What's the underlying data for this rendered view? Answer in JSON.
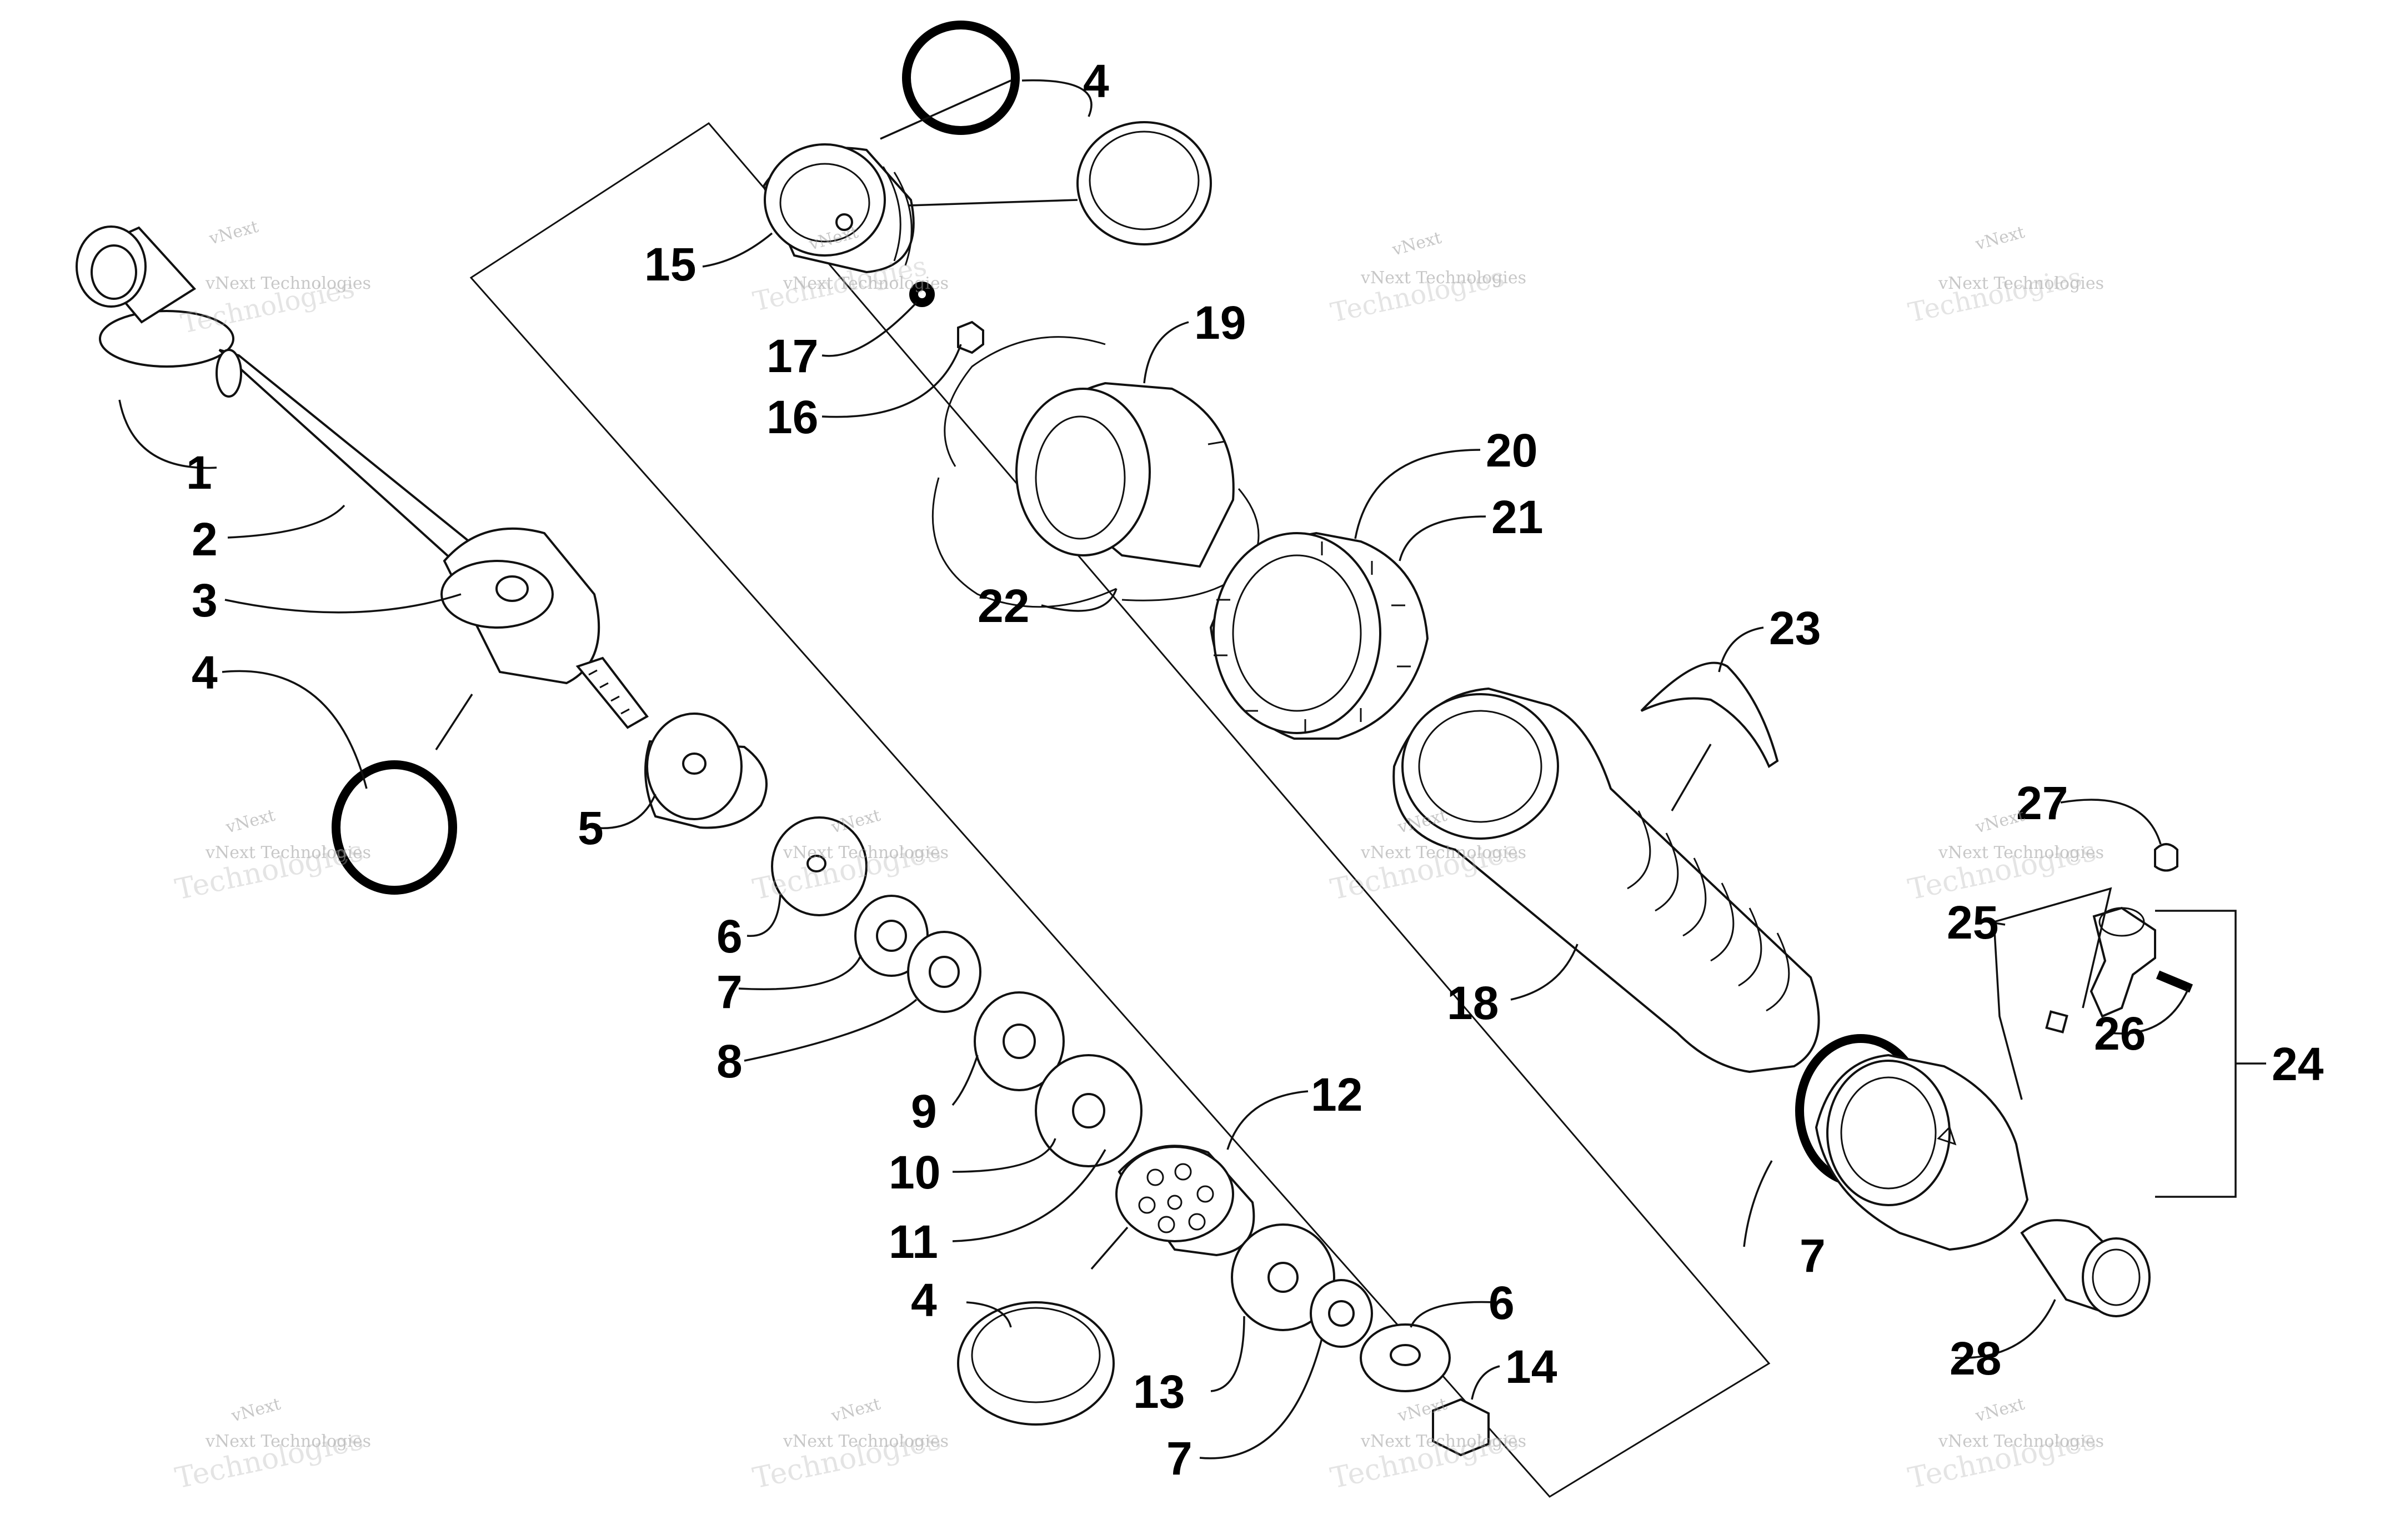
{
  "diagram": {
    "callouts": [
      {
        "id": "c1",
        "text": "1"
      },
      {
        "id": "c2",
        "text": "2"
      },
      {
        "id": "c3",
        "text": "3"
      },
      {
        "id": "c4a",
        "text": "4"
      },
      {
        "id": "c4b",
        "text": "4"
      },
      {
        "id": "c4c",
        "text": "4"
      },
      {
        "id": "c5",
        "text": "5"
      },
      {
        "id": "c6a",
        "text": "6"
      },
      {
        "id": "c6b",
        "text": "6"
      },
      {
        "id": "c7a",
        "text": "7"
      },
      {
        "id": "c7b",
        "text": "7"
      },
      {
        "id": "c7c",
        "text": "7"
      },
      {
        "id": "c8",
        "text": "8"
      },
      {
        "id": "c9",
        "text": "9"
      },
      {
        "id": "c10",
        "text": "10"
      },
      {
        "id": "c11",
        "text": "11"
      },
      {
        "id": "c12",
        "text": "12"
      },
      {
        "id": "c13",
        "text": "13"
      },
      {
        "id": "c14",
        "text": "14"
      },
      {
        "id": "c15",
        "text": "15"
      },
      {
        "id": "c16",
        "text": "16"
      },
      {
        "id": "c17",
        "text": "17"
      },
      {
        "id": "c18",
        "text": "18"
      },
      {
        "id": "c19",
        "text": "19"
      },
      {
        "id": "c20",
        "text": "20"
      },
      {
        "id": "c21",
        "text": "21"
      },
      {
        "id": "c22",
        "text": "22"
      },
      {
        "id": "c23",
        "text": "23"
      },
      {
        "id": "c24",
        "text": "24"
      },
      {
        "id": "c25",
        "text": "25"
      },
      {
        "id": "c26",
        "text": "26"
      },
      {
        "id": "c27",
        "text": "27"
      },
      {
        "id": "c28",
        "text": "28"
      }
    ],
    "watermark": {
      "brand": "vNext",
      "line": "vNext Technologies",
      "word": "Technologies"
    },
    "colors": {
      "ink": "#111111",
      "background": "#ffffff",
      "watermark": "#b4b4b4"
    }
  }
}
